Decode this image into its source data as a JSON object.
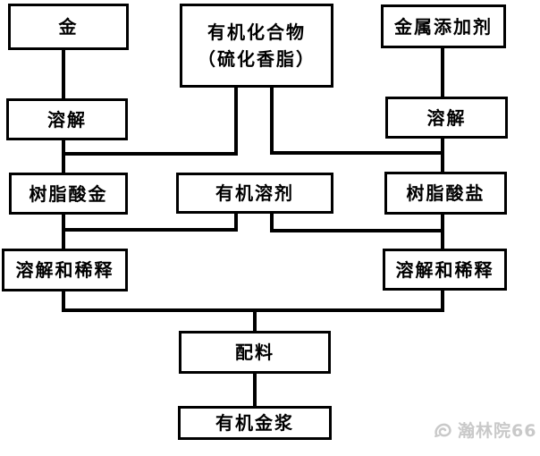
{
  "page": {
    "background_color": "#ffffff",
    "line_color": "#000000",
    "text_color": "#000000"
  },
  "flowchart": {
    "type": "process-flow",
    "description": "Production flow of organic gold paste",
    "nodes": {
      "gold": {
        "label": "金"
      },
      "organic_compound": {
        "label": "有机化合物",
        "label2": "（硫化香脂）"
      },
      "metal_additive": {
        "label": "金属添加剂"
      },
      "dissolve_left": {
        "label": "溶解"
      },
      "dissolve_right": {
        "label": "溶解"
      },
      "gold_resinate": {
        "label": "树脂酸金"
      },
      "organic_solvent": {
        "label": "有机溶剂"
      },
      "resinate_salt": {
        "label": "树脂酸盐"
      },
      "dissolve_dilute_left": {
        "label": "溶解和稀释"
      },
      "dissolve_dilute_right": {
        "label": "溶解和稀释"
      },
      "mixing": {
        "label": "配料"
      },
      "organic_gold_paste": {
        "label": "有机金浆"
      }
    },
    "edges": [
      {
        "from": "金",
        "to": "溶解 (left)"
      },
      {
        "from": "金属添加剂",
        "to": "溶解 (right)"
      },
      {
        "from": "溶解 (left)",
        "to": "树脂酸金"
      },
      {
        "from": "有机化合物（硫化香脂）",
        "to": "树脂酸金"
      },
      {
        "from": "有机化合物（硫化香脂）",
        "to": "树脂酸盐"
      },
      {
        "from": "溶解 (right)",
        "to": "树脂酸盐"
      },
      {
        "from": "树脂酸金",
        "to": "溶解和稀释 (left)"
      },
      {
        "from": "有机溶剂",
        "to": "溶解和稀释 (left)"
      },
      {
        "from": "有机溶剂",
        "to": "溶解和稀释 (right)"
      },
      {
        "from": "树脂酸盐",
        "to": "溶解和稀释 (right)"
      },
      {
        "from": "溶解和稀释 (left)",
        "to": "配料"
      },
      {
        "from": "溶解和稀释 (right)",
        "to": "配料"
      },
      {
        "from": "配料",
        "to": "有机金浆"
      }
    ]
  },
  "watermark": {
    "text": "瀚林院66",
    "color": "#c9c9c9"
  }
}
